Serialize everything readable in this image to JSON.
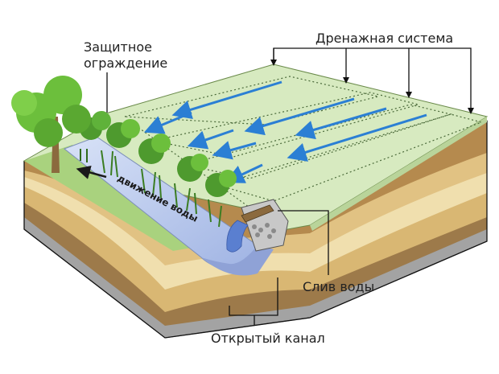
{
  "labels": {
    "protective_barrier_line1": "Защитное",
    "protective_barrier_line2": "ограждение",
    "drainage_system": "Дренажная система",
    "water_outlet": "Слив воды",
    "open_channel": "Открытый канал",
    "water_flow": "движение воды"
  },
  "colors": {
    "field_surface": "#d7eac0",
    "field_edge": "#b9d49a",
    "drain_arrow": "#2b7fd4",
    "soil_top": "#b58a4e",
    "soil_band_light": "#f0dfae",
    "soil_band_mid": "#d9b773",
    "soil_band_dark": "#9d7a4a",
    "bedrock": "#9a9a9a",
    "channel_water": "#b9c8ec",
    "shrub_green": "#4e9a2e",
    "tree_green": "#6cbf3c",
    "tree_trunk": "#8b6a3e"
  }
}
